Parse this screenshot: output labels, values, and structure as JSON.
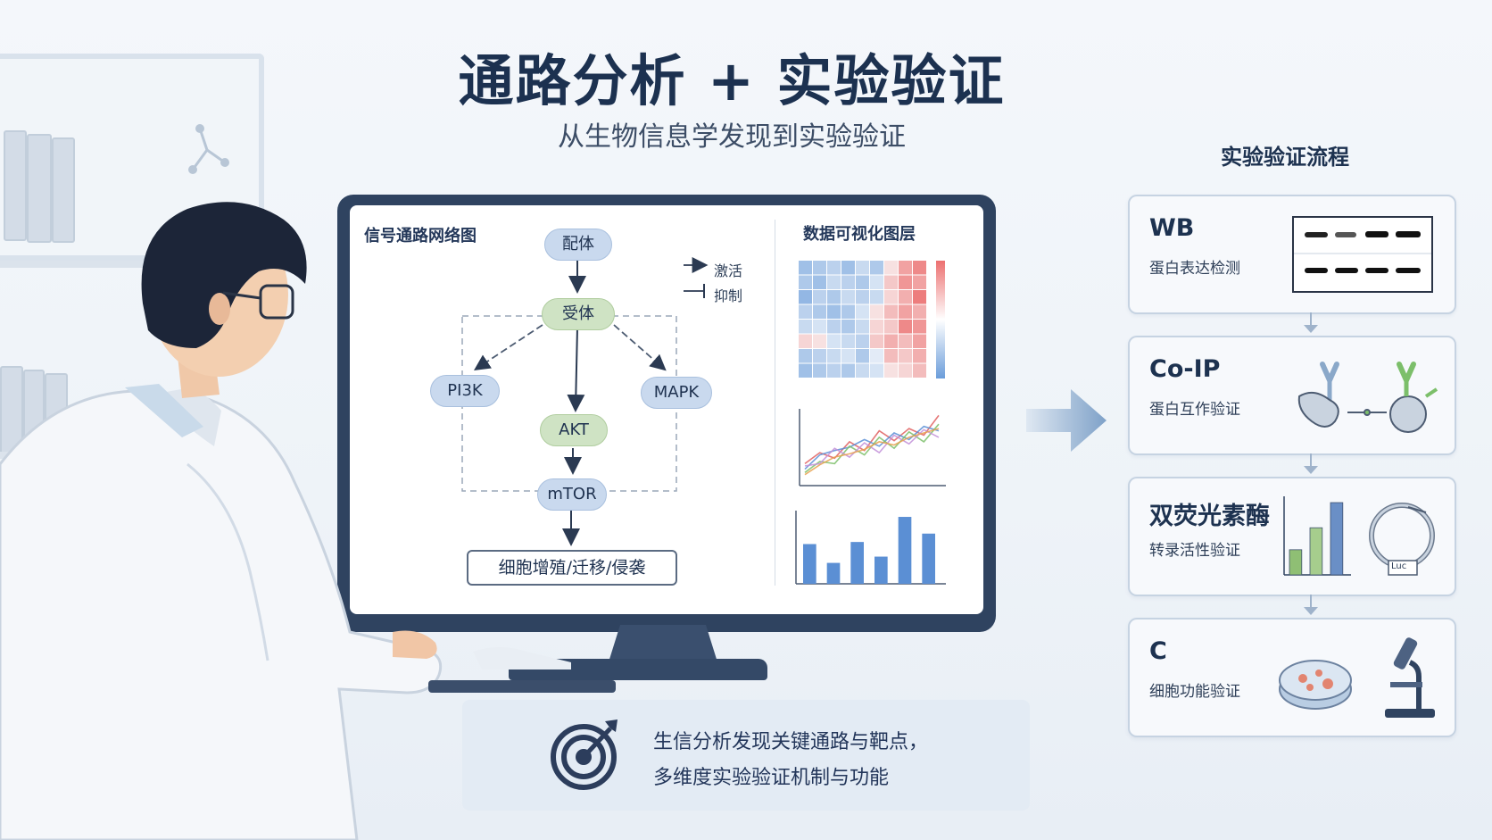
{
  "header": {
    "title": "通路分析 + 实验验证",
    "subtitle": "从生物信息学发现到实验验证"
  },
  "screen": {
    "network_label": "信号通路网络图",
    "viz_label": "数据可视化图层",
    "nodes": {
      "ligand": "配体",
      "receptor": "受体",
      "pi3k": "PI3K",
      "mapk": "MAPK",
      "akt": "AKT",
      "mtor": "mTOR"
    },
    "outcome": "细胞增殖/迁移/侵袭",
    "legend": {
      "activate": "激活",
      "inhibit": "抑制"
    }
  },
  "flow": {
    "title": "实验验证流程",
    "steps": [
      {
        "name": "WB",
        "desc": "蛋白表达检测"
      },
      {
        "name": "Co-IP",
        "desc": "蛋白互作验证"
      },
      {
        "name": "双荧光素酶",
        "desc": "转录活性验证"
      },
      {
        "name": "C",
        "desc": "细胞功能验证"
      }
    ],
    "plasmid_label": "Luc"
  },
  "note": {
    "line1": "生信分析发现关键通路与靶点，",
    "line2": "多维度实验验证机制与功能"
  },
  "chart_data": [
    {
      "type": "heatmap",
      "title": "",
      "rows": 8,
      "cols": 9,
      "values": [
        [
          -0.6,
          -0.5,
          -0.4,
          -0.6,
          -0.3,
          -0.5,
          0.1,
          0.6,
          0.8
        ],
        [
          -0.5,
          -0.6,
          -0.3,
          -0.4,
          -0.5,
          -0.2,
          0.3,
          0.7,
          0.6
        ],
        [
          -0.7,
          -0.4,
          -0.5,
          -0.3,
          -0.4,
          -0.3,
          0.2,
          0.5,
          0.9
        ],
        [
          -0.4,
          -0.5,
          -0.6,
          -0.5,
          -0.2,
          0.1,
          0.4,
          0.6,
          0.5
        ],
        [
          -0.3,
          -0.2,
          -0.4,
          -0.5,
          -0.3,
          0.2,
          0.3,
          0.8,
          0.7
        ],
        [
          0.2,
          0.1,
          -0.2,
          -0.3,
          -0.4,
          0.3,
          0.5,
          0.4,
          0.6
        ],
        [
          -0.5,
          -0.4,
          -0.3,
          -0.2,
          -0.5,
          -0.1,
          0.4,
          0.3,
          0.5
        ],
        [
          -0.6,
          -0.5,
          -0.4,
          -0.5,
          -0.3,
          -0.2,
          0.1,
          0.2,
          0.4
        ]
      ],
      "range": [
        -1,
        1
      ]
    },
    {
      "type": "line",
      "x": [
        1,
        2,
        3,
        4,
        5,
        6,
        7,
        8,
        9,
        10
      ],
      "series": [
        {
          "values": [
            2,
            3,
            2.5,
            4,
            3.2,
            5,
            4.1,
            5.2,
            4.6,
            6.4
          ],
          "color": "#e06060"
        },
        {
          "values": [
            1.5,
            2.8,
            3.2,
            3.5,
            4.2,
            3.6,
            4.8,
            4.2,
            5.4,
            5.0
          ],
          "color": "#5a8fd6"
        },
        {
          "values": [
            1.2,
            2.2,
            2.0,
            3.6,
            2.8,
            4.4,
            3.4,
            4.9,
            4.0,
            5.6
          ],
          "color": "#7cbf6a"
        },
        {
          "values": [
            1.8,
            2.0,
            3.4,
            2.6,
            3.9,
            3.0,
            4.6,
            3.8,
            5.1,
            4.4
          ],
          "color": "#c28fd8"
        },
        {
          "values": [
            1.0,
            1.9,
            2.6,
            2.9,
            3.3,
            4.0,
            3.7,
            4.4,
            4.8,
            5.2
          ],
          "color": "#e8a14f"
        }
      ],
      "ylim": [
        0,
        7
      ]
    },
    {
      "type": "bar",
      "categories": [
        "1",
        "2",
        "3",
        "4",
        "5",
        "6"
      ],
      "values": [
        3.8,
        2.0,
        4.0,
        2.6,
        6.4,
        4.8
      ],
      "ylim": [
        0,
        7
      ],
      "color": "#5b8fd4"
    },
    {
      "type": "bar",
      "categories": [
        "1",
        "2",
        "3"
      ],
      "values": [
        1.6,
        3.0,
        4.6
      ],
      "ylim": [
        0,
        5
      ],
      "colors": [
        "#8fbf74",
        "#a6cd8d",
        "#6a8fc6"
      ]
    }
  ]
}
